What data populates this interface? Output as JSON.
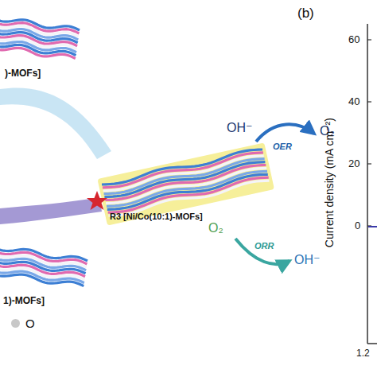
{
  "diagram": {
    "labels": [
      ")-MOFs]",
      "OH⁻",
      "OER",
      "O₂",
      "R3 [Ni/Co(10:1)-MOFs]",
      "O₂",
      "ORR",
      "OH⁻",
      "1)-MOFs]",
      "(b)",
      "60",
      "40",
      "20",
      "0",
      "Current density (mA cm⁻²)",
      "1.2"
    ],
    "legend": [
      {
        "text": "O",
        "color": "#c8c8c8"
      }
    ]
  }
}
